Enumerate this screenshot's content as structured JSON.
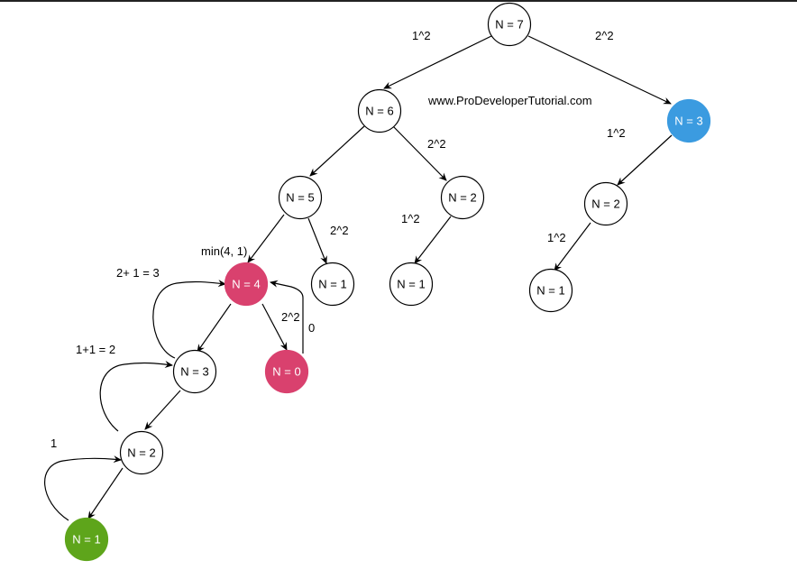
{
  "watermark": "www.ProDeveloperTutorial.com",
  "colors": {
    "default_fill": "#ffffff",
    "stroke": "#000000",
    "pink": "#d9416e",
    "blue": "#3b9be0",
    "green": "#5ea51b"
  },
  "nodes": {
    "n7": "N = 7",
    "n6": "N = 6",
    "n3_right": "N = 3",
    "n5": "N = 5",
    "n2_mid": "N = 2",
    "n2_right": "N = 2",
    "n4": "N = 4",
    "n1_a": "N = 1",
    "n1_b": "N = 1",
    "n1_c": "N = 1",
    "n0": "N = 0",
    "n3_left": "N = 3",
    "n2_left": "N = 2",
    "n1_green": "N = 1"
  },
  "edge_labels": {
    "l_7_6": "1^2",
    "l_7_3": "2^2",
    "l_6_2": "2^2",
    "l_3_2": "1^2",
    "l_5_1": "2^2",
    "l_2_1_mid": "1^2",
    "l_2_1_right": "1^2",
    "l_min": "min(4, 1)",
    "l_2p1": "2+ 1 = 3",
    "l_4_0": "2^2",
    "l_0_back": "0",
    "l_1p1": "1+1 = 2",
    "l_1": "1"
  }
}
